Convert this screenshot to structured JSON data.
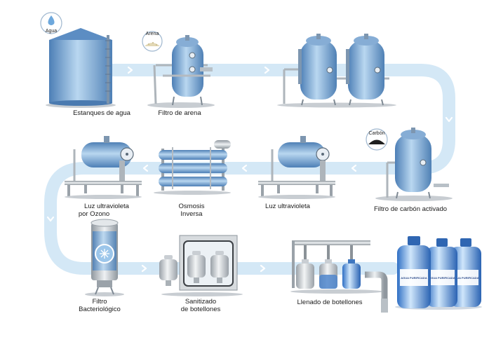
{
  "bubbles": {
    "water": "Agua",
    "sand": "Arena",
    "carbon": "Carbón"
  },
  "stages": {
    "water_tanks": "Estanques de agua",
    "sand_filter": "Filtro de arena",
    "carbon_filter": "Filtro de carbón activado",
    "uv_light": "Luz ultravioleta",
    "osmosis_line1": "Osmosis",
    "osmosis_line2": "Inversa",
    "uv_ozone_line1": "Luz ultravioleta",
    "uv_ozone_line2": "por Ozono",
    "bacterial_line1": "Filtro",
    "bacterial_line2": "Bacteriológico",
    "sanitize_line1": "Sanitizado",
    "sanitize_line2": "de botellones",
    "filling": "Llenado de botellones"
  },
  "bottle_label": "AGUA PURIFICADA",
  "colors": {
    "flow": "#d4e8f6",
    "arrow": "#ffffff",
    "tank_dark": "#5a8bc0",
    "tank_light": "#b5d4ee",
    "steel": "#c9ced3",
    "steel_dark": "#8b9298",
    "text": "#1a1a1a"
  }
}
